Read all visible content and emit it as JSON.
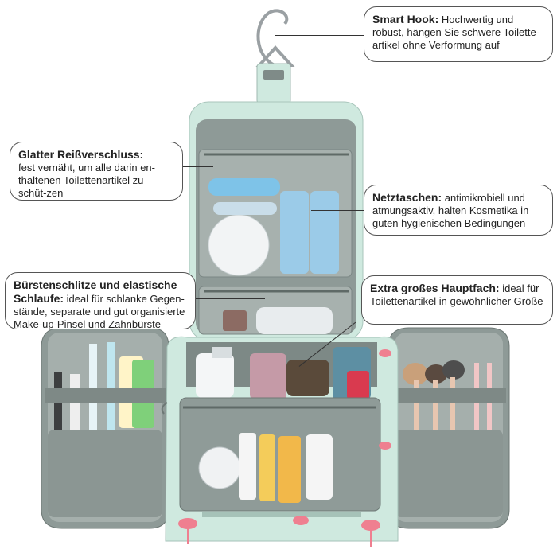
{
  "callouts": {
    "smart_hook": {
      "title": "Smart Hook:",
      "text": " Hochwertig und robust, hängen Sie schwere Toilette-artikel ohne Verformung auf"
    },
    "zipper": {
      "title": "Glatter Reißverschluss:",
      "text": "fest vernäht, um alle darin en-thaltenen Toilettenartikel zu schüt-zen"
    },
    "mesh": {
      "title": "Netztaschen:",
      "text": " antimikrobiell und atmungsaktiv, halten Kosmetika in guten hygienischen Bedingungen"
    },
    "brush": {
      "title": "Bürstenschlitze und elastische Schlaufe:",
      "text": " ideal für schlanke Gegen-stände, separate und gut organisierte Make-up-Pinsel und Zahnbürste"
    },
    "main": {
      "title": "Extra großes Hauptfach:",
      "text": " ideal für Toilettenartikel in gewöhnlicher Größe"
    }
  },
  "colors": {
    "mint": "#cfe9df",
    "fabric_grey": "#8e9a97",
    "dark_grey": "#6b7673",
    "flamingo": "#ef7f90"
  }
}
